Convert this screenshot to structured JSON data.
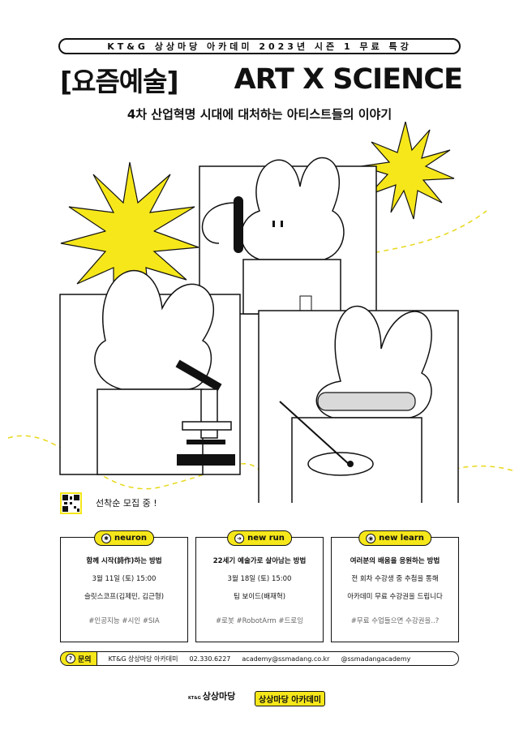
{
  "header": {
    "event_line": "KT&G 상상마당 아카데미 2023년 시즌 1 무료 특강",
    "title_bracket": "[요즘예술]",
    "title_main": "ART X SCIENCE",
    "subtitle": "4차 산업혁명 시대에 대처하는 아티스트들의 이야기"
  },
  "recruit": {
    "text": "선착순 모집 중 !",
    "qr_icon": "qr-code-icon"
  },
  "colors": {
    "accent": "#f6e71a",
    "ink": "#111111"
  },
  "cards": [
    {
      "tag_label": "neuron",
      "icon": "neuron-icon",
      "topic": "함께 시작(詩作)하는 방법",
      "date": "3월 11일 (토) 15:00",
      "speaker": "슬릿스코프(김제민, 김근형)",
      "tags": "#인공지능  #시인  #SIA"
    },
    {
      "tag_label": "new run",
      "icon": "run-icon",
      "topic": "22세기 예술가로 살아남는 방법",
      "date": "3월 18일 (토) 15:00",
      "speaker": "팀 보이드(배재혁)",
      "tags": "#로봇  #RobotArm  #드로잉"
    },
    {
      "tag_label": "new learn",
      "icon": "bulb-icon",
      "topic": "여러분의 배움을 응원하는 방법",
      "line2": "전 회차 수강생 중 추첨을 통해",
      "line3": "아카데미 무료 수강권을 드립니다",
      "tags": "#무료 수업들으면 수강권을..?"
    }
  ],
  "contact": {
    "label": "문의",
    "org": "KT&G 상상마당 아카데미",
    "phone": "02.330.6227",
    "email": "academy@ssmadang.co.kr",
    "sns": "@ssmadangacademy"
  },
  "footer": {
    "logo_prefix": "KT&G",
    "logo_main": "상상마당",
    "logo_academy": "상상마당 아카데미"
  }
}
